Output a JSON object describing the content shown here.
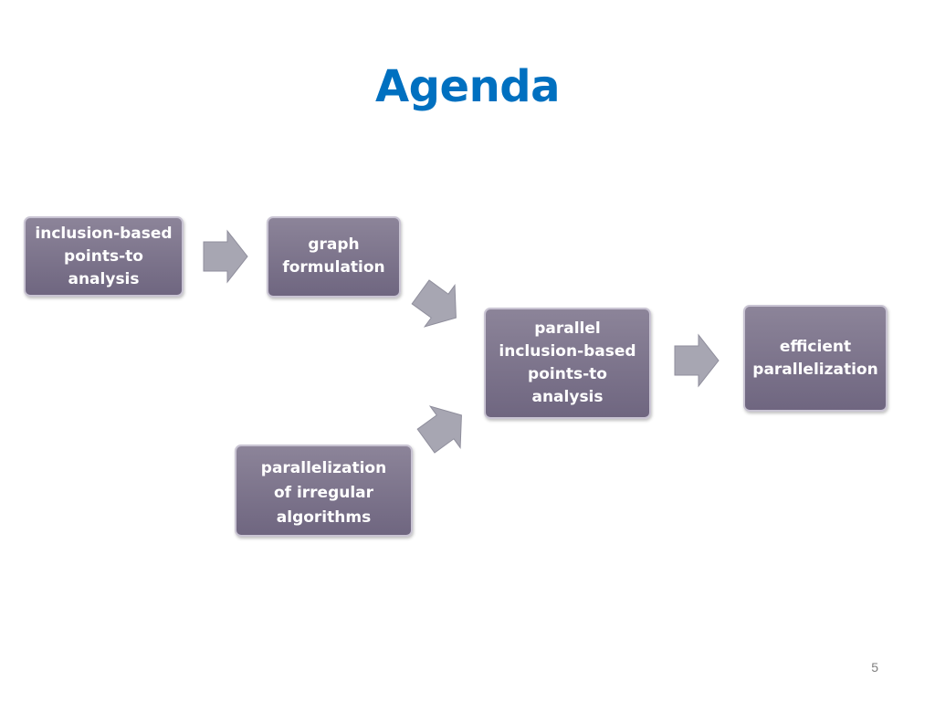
{
  "slide": {
    "title": "Agenda",
    "page_number": "5"
  },
  "diagram": {
    "nodes": {
      "inclusion_based": "inclusion-based points-to analysis",
      "graph_formulation": "graph formulation",
      "parallel_inclusion": "parallel inclusion-based points-to analysis",
      "efficient": "efficient parallelization",
      "irregular": "parallelization of irregular algorithms"
    },
    "edges": [
      {
        "from": "inclusion_based",
        "to": "graph_formulation"
      },
      {
        "from": "graph_formulation",
        "to": "parallel_inclusion"
      },
      {
        "from": "irregular",
        "to": "parallel_inclusion"
      },
      {
        "from": "parallel_inclusion",
        "to": "efficient"
      }
    ]
  },
  "colors": {
    "title": "#0070c0",
    "box_fill_top": "#8c8499",
    "box_fill_bottom": "#6f6680",
    "box_border": "#c9c4d3",
    "arrow_fill": "#a7a6b2",
    "arrow_stroke": "#8f8e9c"
  }
}
